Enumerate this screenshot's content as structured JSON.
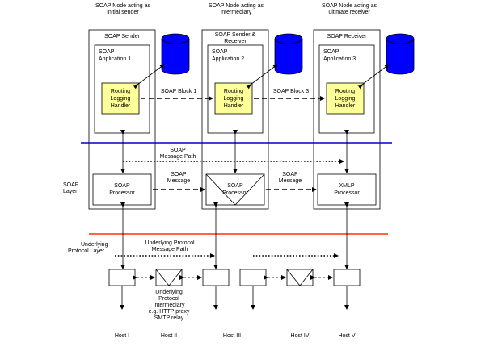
{
  "colors": {
    "soap_layer_line": "#0000cc",
    "protocol_layer_line": "#ff3300",
    "handler_fill": "#ffff99",
    "database_fill": "#0000ff"
  },
  "top_labels": {
    "initial": [
      "SOAP Node acting as",
      "initial sender"
    ],
    "intermediary": [
      "SOAP Node acting as",
      "intermediary"
    ],
    "ultimate": [
      "SOAP Node acting as",
      "ultimate receiver"
    ]
  },
  "nodes": {
    "sender": [
      "SOAP Sender"
    ],
    "intermediary": [
      "SOAP Sender &",
      "Receiver"
    ],
    "receiver": [
      "SOAP Receiver"
    ]
  },
  "applications": {
    "app1": [
      "SOAP",
      "Application 1"
    ],
    "app2": [
      "SOAP",
      "Application 2"
    ],
    "app3": [
      "SOAP",
      "Application 3"
    ]
  },
  "handler_label": [
    "Routing",
    "Logging",
    "Handler"
  ],
  "blocks": {
    "block1": "SOAP Block 1",
    "block3": "SOAP Block 3"
  },
  "message_path": [
    "SOAP",
    "Message Path"
  ],
  "soap_message": [
    "SOAP",
    "Message"
  ],
  "soap_layer": [
    "SOAP",
    "Layer"
  ],
  "processors": {
    "p1": [
      "SOAP",
      "Processor"
    ],
    "p2": [
      "SOAP",
      "Processor"
    ],
    "p3": [
      "XMLP",
      "Processor"
    ]
  },
  "underlying_layer": [
    "Underlying",
    "Protocol Layer"
  ],
  "underlying_path": [
    "Underlying Protocol",
    "Message Path"
  ],
  "intermediary_note": [
    "Underlying",
    "Protocol",
    "Intermediary",
    "e.g. HTTP proxy",
    "SMTP relay"
  ],
  "hosts": [
    "Host I",
    "Host II",
    "Host III",
    "Host IV",
    "Host V"
  ]
}
